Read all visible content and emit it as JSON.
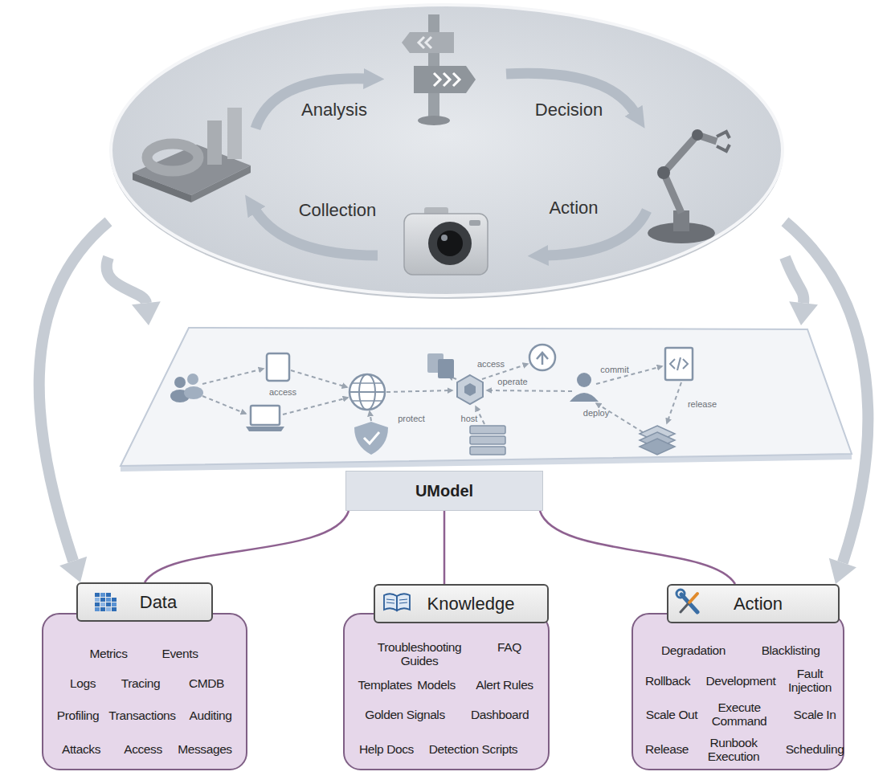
{
  "diagram": {
    "nodes": [
      {
        "text": [
          "Analysis",
          "Decision",
          "Collection",
          "Action"
        ]
      },
      {
        "text": [
          "access",
          "protect",
          "host",
          "access",
          "operate",
          "commit",
          "deploy",
          "release"
        ]
      },
      {
        "text": [
          "UModel"
        ]
      },
      {
        "text": [
          "Data"
        ]
      },
      {
        "text": [
          "Metrics",
          "Events",
          "Logs",
          "Tracing",
          "CMDB",
          "Profiling",
          "Transactions",
          "Auditing",
          "Attacks",
          "Access",
          "Messages"
        ]
      },
      {
        "text": [
          "Knowledge"
        ]
      },
      {
        "text": [
          "Troubleshooting Guides",
          "FAQ",
          "Templates",
          "Models",
          "Alert Rules",
          "Golden Signals",
          "Dashboard",
          "Help Docs",
          "Detection Scripts"
        ]
      },
      {
        "text": [
          "Action"
        ]
      },
      {
        "text": [
          "Degradation",
          "Blacklisting",
          "Rollback",
          "Development",
          "Fault Injection",
          "Scale Out",
          "Execute Command",
          "Scale In",
          "Release",
          "Runbook Execution",
          "Scheduling"
        ]
      }
    ],
    "edges": [
      {
        "from": 0,
        "to": 1,
        "arrow": "to"
      },
      {
        "from": 0,
        "to": 1,
        "arrow": "to"
      },
      {
        "from": 0,
        "to": 3,
        "arrow": "to"
      },
      {
        "from": 0,
        "to": 7,
        "arrow": "to"
      },
      {
        "from": 2,
        "to": 3,
        "arrow": "none"
      },
      {
        "from": 2,
        "to": 5,
        "arrow": "none"
      },
      {
        "from": 2,
        "to": 7,
        "arrow": "none"
      }
    ]
  }
}
